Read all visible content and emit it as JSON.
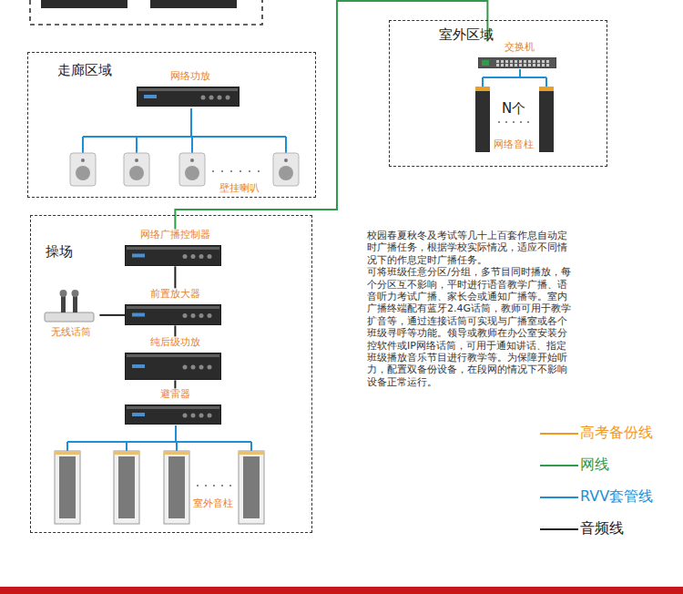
{
  "diagram": {
    "nodes": [
      {
        "text": [
          "室外区域"
        ]
      },
      {
        "text": [
          "交换机"
        ],
        "in": 0
      },
      {
        "text": [
          "走廊区域"
        ]
      },
      {
        "text": [
          "网络功放"
        ],
        "in": 2
      },
      {
        "text": [
          "操场"
        ]
      },
      {
        "text": [
          "网络广播控制器"
        ],
        "in": 4
      },
      {
        "text": [
          "前置放大器"
        ],
        "in": 4
      },
      {
        "text": [
          "无线话筒"
        ],
        "in": 4
      },
      {
        "text": [
          "纯后级功放"
        ],
        "in": 4
      },
      {
        "text": [
          "避雷器"
        ],
        "in": 4
      }
    ],
    "edges": [
      {
        "from": 5,
        "to": 6,
        "arrow": "none"
      },
      {
        "from": 7,
        "to": 6,
        "arrow": "none"
      },
      {
        "from": 6,
        "to": 8,
        "arrow": "none"
      },
      {
        "from": 8,
        "to": 9,
        "arrow": "none"
      },
      {
        "from": 1,
        "to": 5,
        "arrow": "none"
      }
    ],
    "labels": [
      "壁挂喇叭",
      "N个",
      "网络音柱",
      "室外音柱",
      "校园春夏秋冬及考试等几十上百套作息自动定时广播任务，根据学校实际情况，适应不同情况下的作息定时广播任务。",
      "可将班级任意分区/分组，多节目同时播放，每个分区互不影响，平时进行语音教学广播、语音听力考试广播、家长会或通知广播等。室内广播终端配有蓝牙2.4G话筒，教师可用于教学扩音等，通过连接话筒可实现与广播室或各个班级寻呼等功能。领导或教师在办公室安装分控软件或IP网络话筒，可用于通知讲话、指定班级播放音乐节目进行教学等。为保障开始听力，配置双备份设备，在段网的情况下不影响设备正常运行。"
    ],
    "legend": [
      {
        "text": "高考备份线"
      },
      {
        "text": "网线"
      },
      {
        "text": "RVV套管线"
      },
      {
        "text": "音频线"
      }
    ]
  }
}
